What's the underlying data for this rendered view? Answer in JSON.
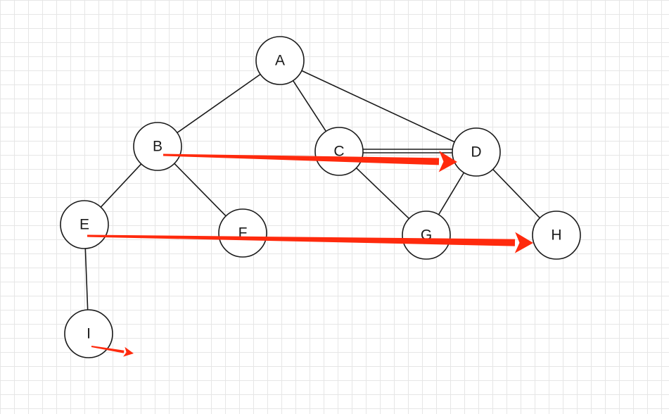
{
  "diagram": {
    "type": "tree-graph",
    "background": "grid",
    "colors": {
      "node_stroke": "#1a1a1a",
      "node_fill": "#ffffff",
      "edge": "#1a1a1a",
      "arrow": "#ff2a0d",
      "grid": "#e6e6e6"
    },
    "nodes": [
      {
        "id": "A",
        "label": "A"
      },
      {
        "id": "B",
        "label": "B"
      },
      {
        "id": "C",
        "label": "C"
      },
      {
        "id": "D",
        "label": "D"
      },
      {
        "id": "E",
        "label": "E"
      },
      {
        "id": "F",
        "label": "F"
      },
      {
        "id": "G",
        "label": "G"
      },
      {
        "id": "H",
        "label": "H"
      },
      {
        "id": "I",
        "label": "I"
      }
    ],
    "edges": [
      {
        "from": "A",
        "to": "B"
      },
      {
        "from": "A",
        "to": "C"
      },
      {
        "from": "A",
        "to": "D"
      },
      {
        "from": "B",
        "to": "E"
      },
      {
        "from": "B",
        "to": "F"
      },
      {
        "from": "C",
        "to": "D"
      },
      {
        "from": "C",
        "to": "G"
      },
      {
        "from": "D",
        "to": "G"
      },
      {
        "from": "D",
        "to": "H"
      },
      {
        "from": "E",
        "to": "I"
      }
    ],
    "arrows": [
      {
        "from": "B",
        "to": "D"
      },
      {
        "from": "E",
        "to": "H"
      },
      {
        "from": "I",
        "to": ""
      }
    ]
  }
}
